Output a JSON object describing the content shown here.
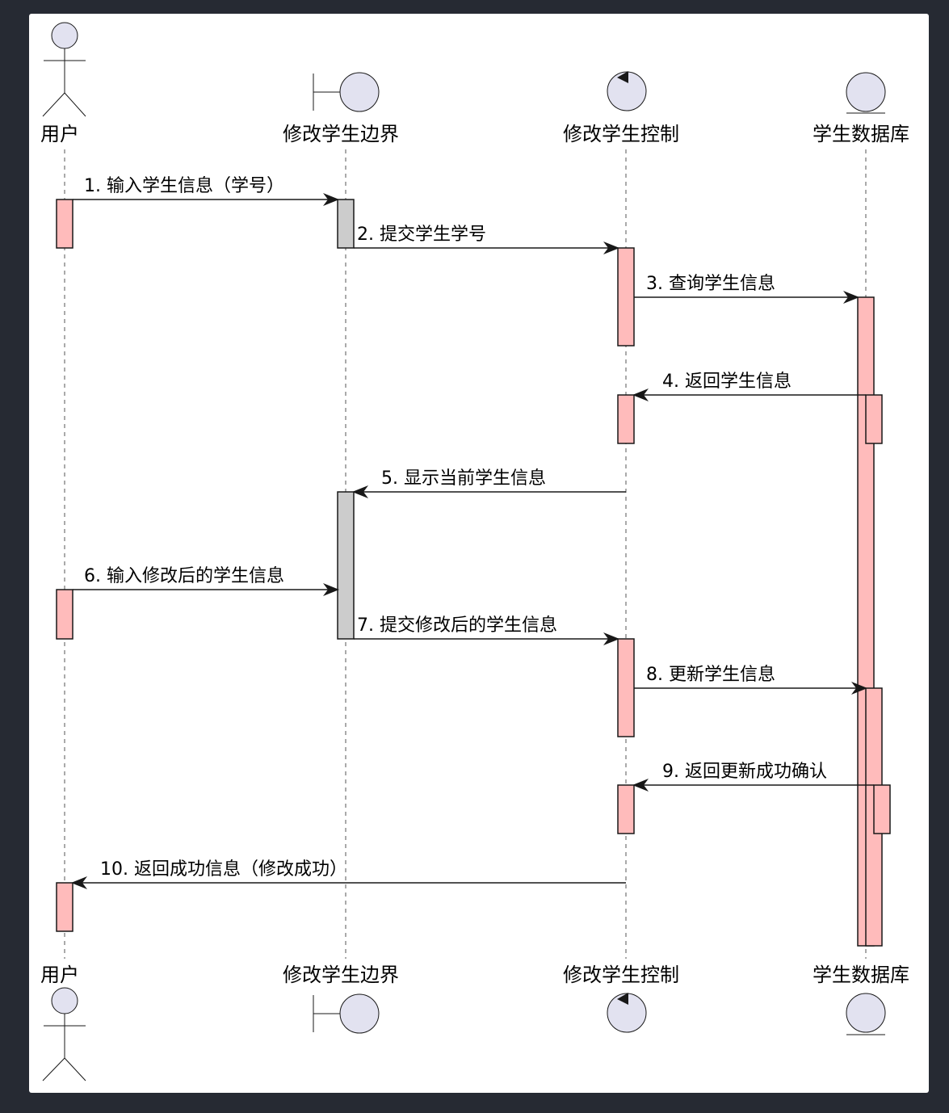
{
  "colors": {
    "background": "#262a33",
    "canvas": "#ffffff",
    "participant_fill": "#e2e2f0",
    "stroke": "#181818",
    "activation_pink": "#ffbbbb",
    "activation_grey": "#cccccc",
    "lifeline": "#555555"
  },
  "participants": [
    {
      "id": "user",
      "type": "actor",
      "icon": "actor-stick-figure-icon",
      "label": "用户"
    },
    {
      "id": "boundary",
      "type": "boundary",
      "icon": "boundary-icon",
      "label": "修改学生边界"
    },
    {
      "id": "control",
      "type": "control",
      "icon": "control-icon",
      "label": "修改学生控制"
    },
    {
      "id": "database",
      "type": "entity",
      "icon": "entity-icon",
      "label": "学生数据库"
    }
  ],
  "messages": [
    {
      "n": 1,
      "from": "user",
      "to": "boundary",
      "label": "1. 输入学生信息（学号）"
    },
    {
      "n": 2,
      "from": "boundary",
      "to": "control",
      "label": "2. 提交学生学号"
    },
    {
      "n": 3,
      "from": "control",
      "to": "database",
      "label": "3. 查询学生信息"
    },
    {
      "n": 4,
      "from": "database",
      "to": "control",
      "label": "4. 返回学生信息"
    },
    {
      "n": 5,
      "from": "control",
      "to": "boundary",
      "label": "5. 显示当前学生信息"
    },
    {
      "n": 6,
      "from": "user",
      "to": "boundary",
      "label": "6. 输入修改后的学生信息"
    },
    {
      "n": 7,
      "from": "boundary",
      "to": "control",
      "label": "7. 提交修改后的学生信息"
    },
    {
      "n": 8,
      "from": "control",
      "to": "database",
      "label": "8. 更新学生信息"
    },
    {
      "n": 9,
      "from": "database",
      "to": "control",
      "label": "9. 返回更新成功确认"
    },
    {
      "n": 10,
      "from": "control",
      "to": "user",
      "label": "10. 返回成功信息（修改成功）"
    }
  ]
}
